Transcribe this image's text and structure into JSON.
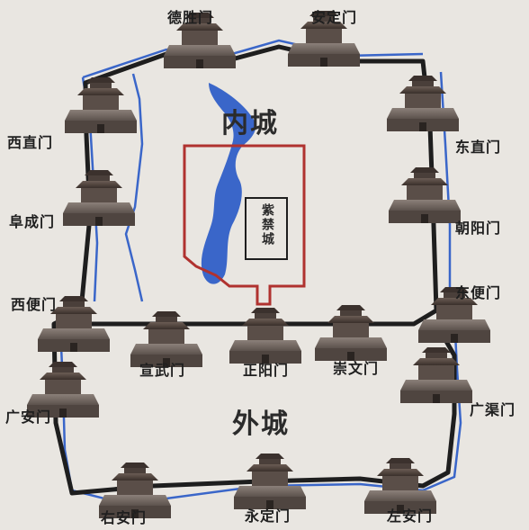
{
  "areas": {
    "inner_city": "内城",
    "outer_city": "外城",
    "forbidden_city": "紫禁城"
  },
  "gates": {
    "deshengmen": "德胜门",
    "andingmen": "安定门",
    "xizhimen": "西直门",
    "dongzhimen": "东直门",
    "fuchengmen": "阜成门",
    "chaoyangmen": "朝阳门",
    "xibianmen": "西便门",
    "dongbianmen": "东便门",
    "xuanwumen": "宣武门",
    "zhengyangmen": "正阳门",
    "chongwenmen": "崇文门",
    "guanganmen": "广安门",
    "guangqumen": "广渠门",
    "youanmen": "右安门",
    "yongdingmen": "永定门",
    "zuoanmen": "左安门"
  },
  "colors": {
    "background": "#e9e6e1",
    "wall_line": "#1e1e1e",
    "water": "#3a66c9",
    "forbidden_city_outline": "#b0322f"
  }
}
